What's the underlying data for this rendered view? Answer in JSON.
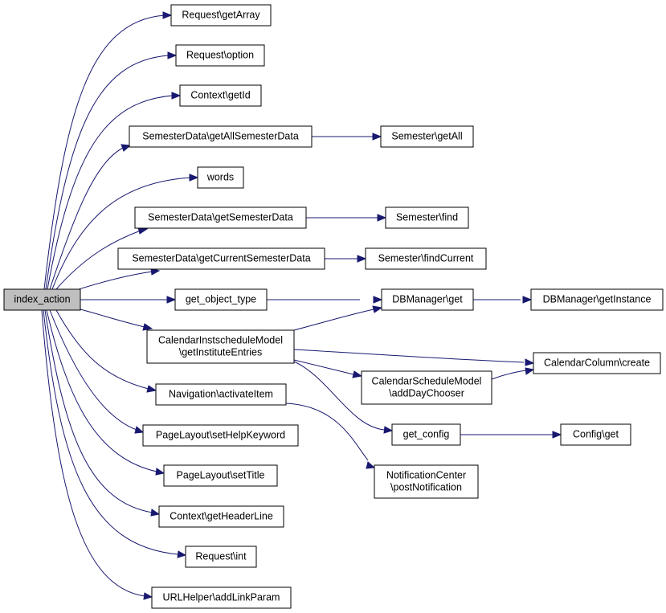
{
  "nodes": {
    "index_action": "index_action",
    "req_getArray": "Request\\getArray",
    "req_option": "Request\\option",
    "ctx_getId": "Context\\getId",
    "sd_getAll": "SemesterData\\getAllSemesterData",
    "sem_getAll": "Semester\\getAll",
    "words": "words",
    "sd_getSem": "SemesterData\\getSemesterData",
    "sem_find": "Semester\\find",
    "sd_getCur": "SemesterData\\getCurrentSemesterData",
    "sem_findCur": "Semester\\findCurrent",
    "get_object_type": "get_object_type",
    "db_get": "DBManager\\get",
    "db_getInst": "DBManager\\getInstance",
    "cal_inst_1": "CalendarInstscheduleModel",
    "cal_inst_2": "\\getInstituteEntries",
    "cal_col_create": "CalendarColumn\\create",
    "cal_sched_1": "CalendarScheduleModel",
    "cal_sched_2": "\\addDayChooser",
    "nav_activate": "Navigation\\activateItem",
    "get_config": "get_config",
    "config_get": "Config\\get",
    "notif_1": "NotificationCenter",
    "notif_2": "\\postNotification",
    "pl_help": "PageLayout\\setHelpKeyword",
    "pl_title": "PageLayout\\setTitle",
    "ctx_header": "Context\\getHeaderLine",
    "req_int": "Request\\int",
    "url_add": "URLHelper\\addLinkParam"
  }
}
